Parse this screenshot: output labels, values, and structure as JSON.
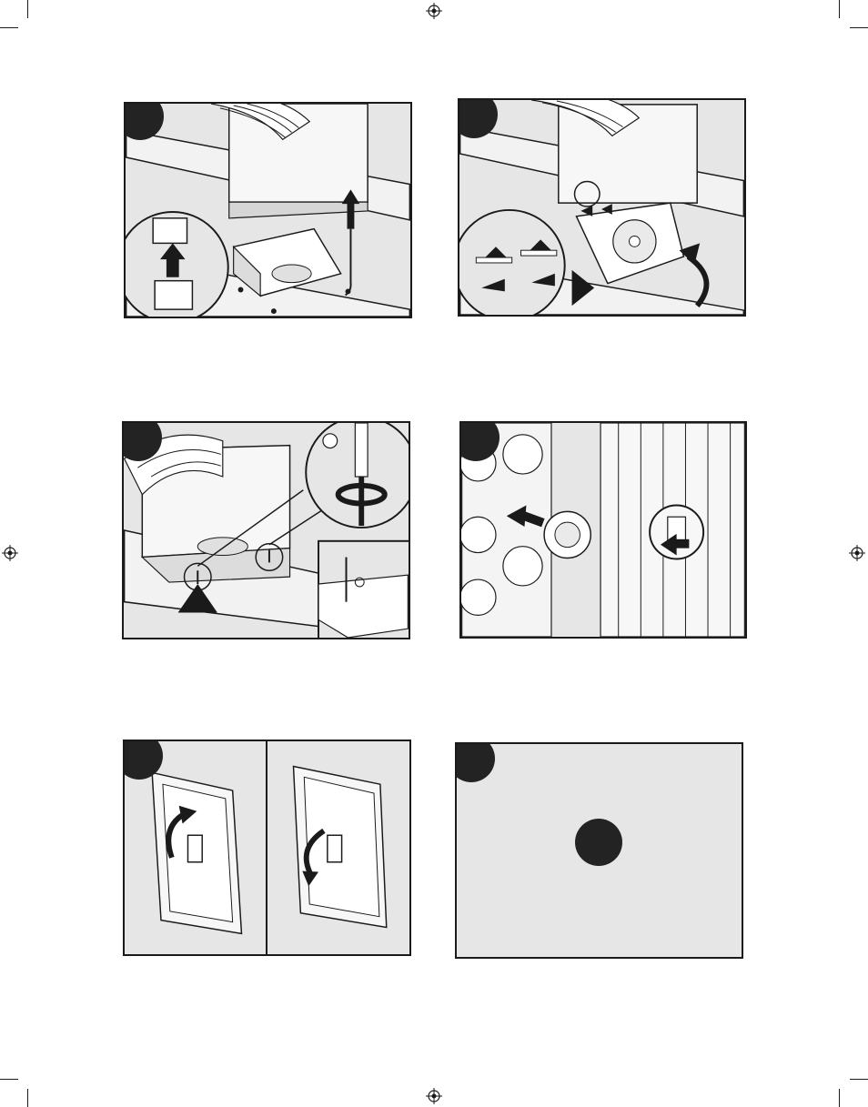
{
  "page": {
    "description_visible_text": [],
    "steps": [
      {
        "id": "step-1",
        "icons": [
          "duct-icon",
          "fan-housing-icon",
          "plug-connector-icon",
          "up-arrow-icon"
        ]
      },
      {
        "id": "step-2",
        "icons": [
          "duct-icon",
          "blower-icon",
          "tab-slot-icon",
          "rotate-arrow-icon"
        ]
      },
      {
        "id": "step-3",
        "icons": [
          "duct-icon",
          "screw-icon",
          "screwdriver-icon",
          "rotate-arrow-icon"
        ]
      },
      {
        "id": "step-4",
        "icons": [
          "knockout-plug-icon",
          "breaker-panel-icon",
          "arrow-icon"
        ]
      },
      {
        "id": "step-5",
        "icons": [
          "wall-switch-on-icon",
          "wall-switch-off-icon",
          "rotate-arrow-icon"
        ]
      },
      {
        "id": "step-6",
        "icons": [
          "blank-step-icon"
        ]
      }
    ],
    "colors": {
      "panel_bg": "#e6e6e6",
      "ink": "#1a1a1a",
      "badge": "#232323"
    }
  }
}
